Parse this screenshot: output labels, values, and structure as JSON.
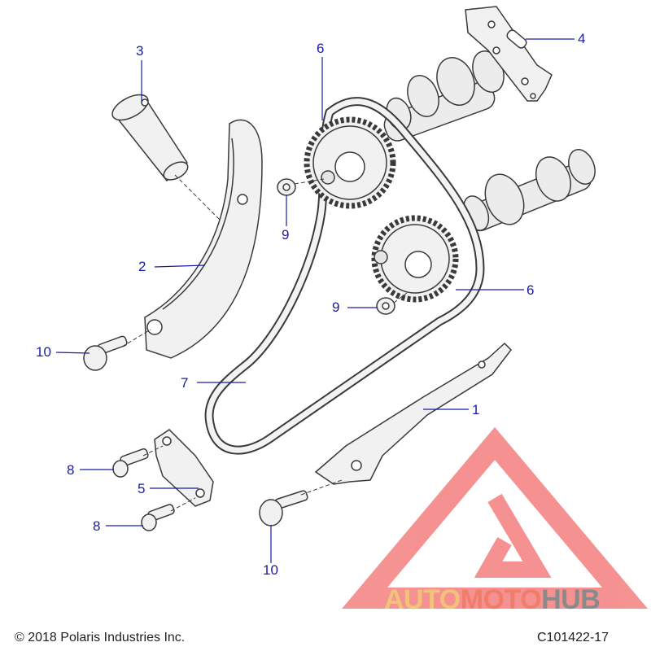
{
  "callouts": {
    "c1": "1",
    "c2": "2",
    "c3": "3",
    "c4": "4",
    "c5": "5",
    "c6a": "6",
    "c6b": "6",
    "c7": "7",
    "c8a": "8",
    "c8b": "8",
    "c9a": "9",
    "c9b": "9",
    "c10a": "10",
    "c10b": "10"
  },
  "footer": {
    "copyright": "© 2018 Polaris Industries Inc.",
    "code": "C101422-17"
  },
  "watermark": {
    "part1": "AUTO",
    "part2": "MOTO",
    "part3": "HUB",
    "colors": {
      "auto": "#f2c27a",
      "moto": "#f07d6a",
      "hub": "#8a8a8a",
      "triangle": "#f26d6d"
    }
  },
  "colors": {
    "callout": "#1a1aa6",
    "line": "#1a1aa6",
    "part_stroke": "#3a3a3a",
    "part_fill": "#efefef"
  }
}
